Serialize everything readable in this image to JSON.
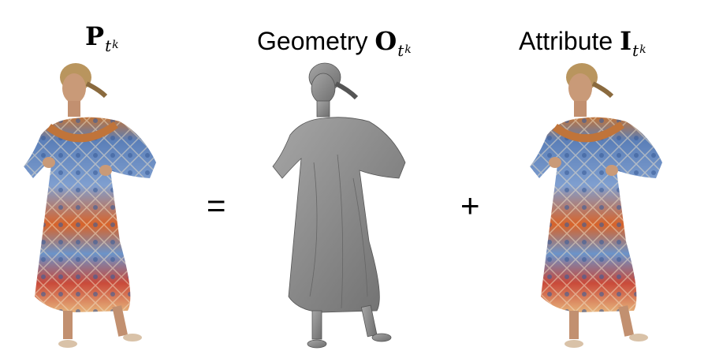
{
  "panels": [
    {
      "symbol": "P",
      "sub_main": "t",
      "sub_sub": "k",
      "prefix": "",
      "style": "textured"
    },
    {
      "symbol": "O",
      "sub_main": "t",
      "sub_sub": "k",
      "prefix": "Geometry",
      "style": "gray"
    },
    {
      "symbol": "I",
      "sub_main": "t",
      "sub_sub": "k",
      "prefix": "Attribute",
      "style": "textured"
    }
  ],
  "operators": {
    "equals": "=",
    "plus": "+"
  },
  "colors": {
    "mesh_gray": "#8c8c8c",
    "dress_blue": "#5b7fb8",
    "dress_orange": "#d8642a",
    "skin": "#c99a78",
    "hair": "#b9955e"
  }
}
